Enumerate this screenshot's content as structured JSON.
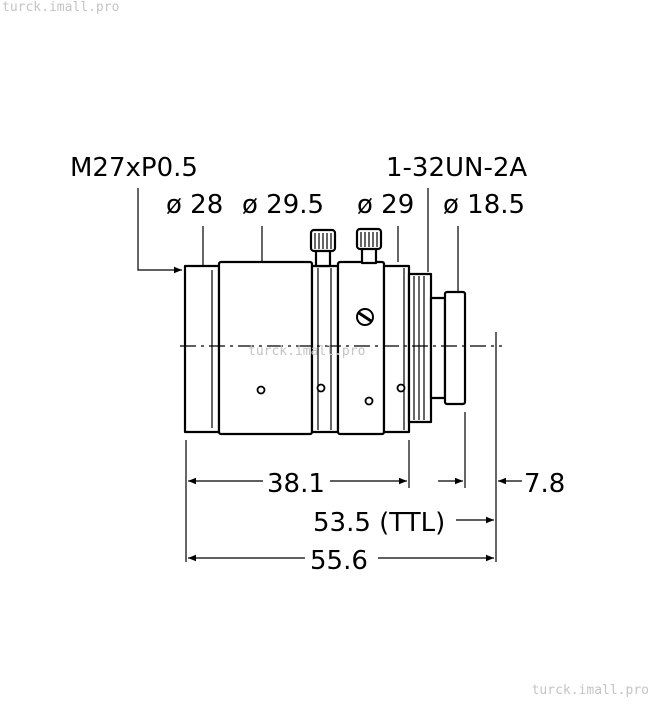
{
  "watermark": "turck.imall.pro",
  "labels": {
    "thread_front": "M27xP0.5",
    "thread_rear": "1-32UN-2A",
    "dia_28": "ø 28",
    "dia_29_5": "ø 29.5",
    "dia_29": "ø 29",
    "dia_18_5": "ø 18.5",
    "len_38_1": "38.1",
    "len_53_5": "53.5 (TTL)",
    "len_55_6": "55.6",
    "len_7_8": "7.8"
  }
}
